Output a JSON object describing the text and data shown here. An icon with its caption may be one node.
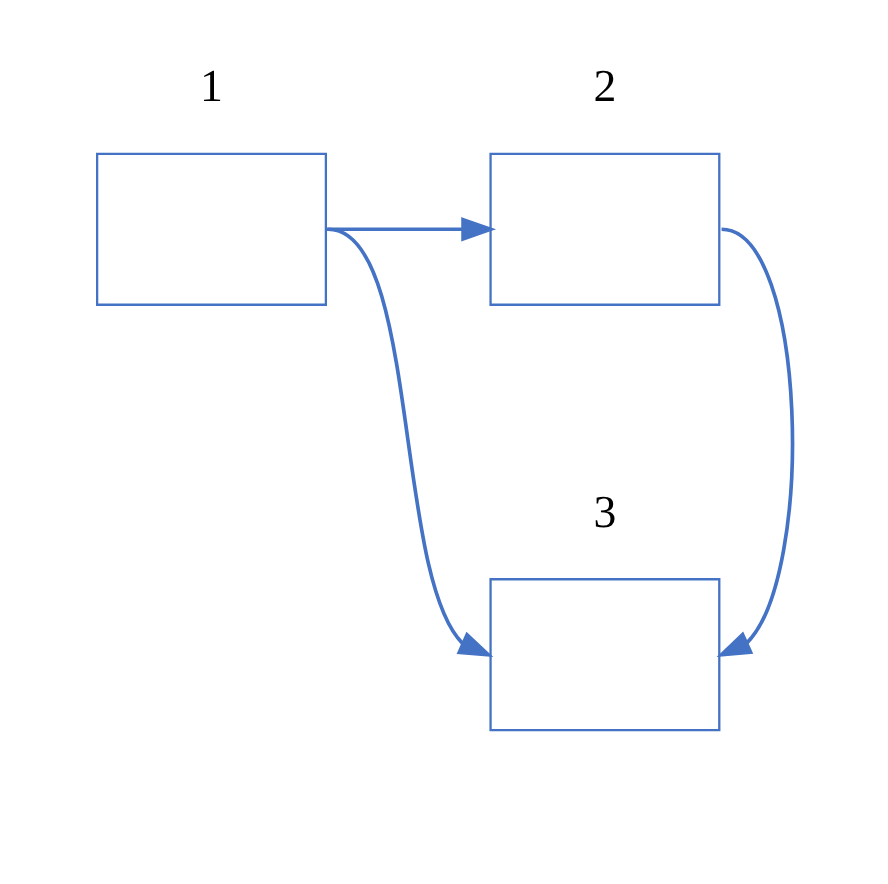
{
  "diagram": {
    "nodes": [
      {
        "text": [
          "1"
        ]
      },
      {
        "text": [
          "2"
        ]
      },
      {
        "text": [
          "3"
        ]
      }
    ],
    "edges": [
      {
        "from": 0,
        "to": 1,
        "arrow": "to"
      },
      {
        "from": 0,
        "to": 2,
        "arrow": "to"
      },
      {
        "from": 1,
        "to": 2,
        "arrow": "to"
      }
    ]
  }
}
